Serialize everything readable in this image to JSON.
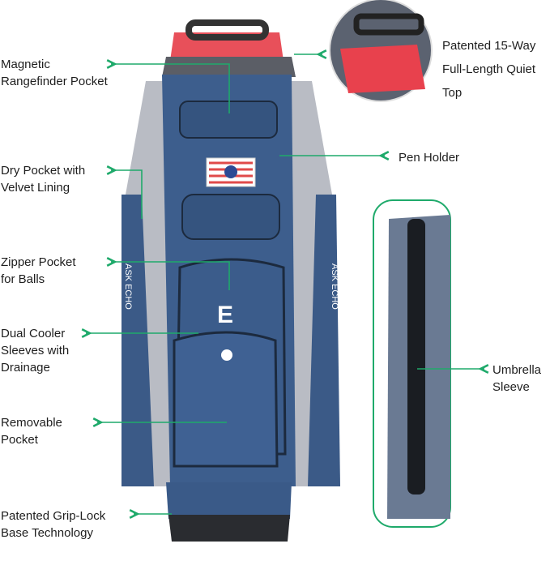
{
  "accent_color": "#1faa6b",
  "callouts": {
    "rangefinder": {
      "line1": "Magnetic",
      "line2": "Rangefinder Pocket"
    },
    "dry_pocket": {
      "line1": "Dry Pocket with",
      "line2": "Velvet Lining"
    },
    "zipper_pocket": {
      "line1": "Zipper Pocket",
      "line2": "for Balls"
    },
    "cooler": {
      "line1": "Dual Cooler",
      "line2": "Sleeves with",
      "line3": "Drainage"
    },
    "removable": {
      "line1": "Removable",
      "line2": "Pocket"
    },
    "grip_lock": {
      "line1": "Patented Grip-Lock",
      "line2": "Base Technology"
    },
    "quiet_top": {
      "line1": "Patented 15-Way",
      "line2": "Full-Length Quiet",
      "line3": "Top"
    },
    "pen_holder": {
      "line1": "Pen Holder"
    },
    "umbrella": {
      "line1": "Umbrella",
      "line2": "Sleeve"
    }
  },
  "logo_text": "ASK ECHO"
}
